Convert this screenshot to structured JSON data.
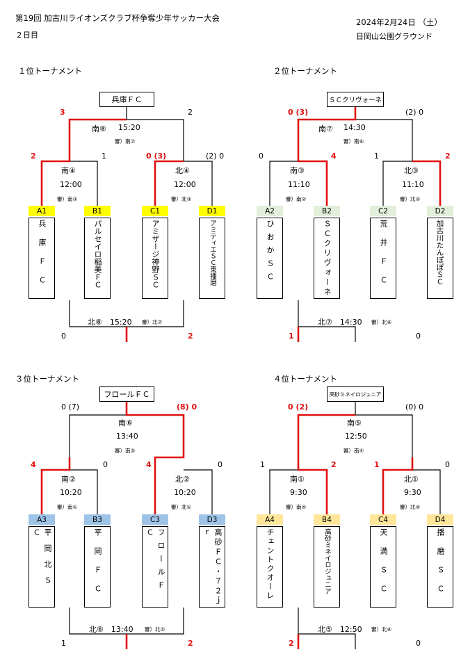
{
  "header": {
    "title": "第19回 加古川ライオンズクラブ杯争奪少年サッカー大会",
    "day": "２日目",
    "date": "2024年2月24日 （土）",
    "venue": "日岡山公園グラウンド"
  },
  "colors": {
    "win": "#e01010",
    "yellow": "#ffff00",
    "green": "#e2efda",
    "blue": "#9dc3e6",
    "orange": "#ffe699"
  },
  "t1": {
    "heading": "１位トーナメント",
    "winner": "兵庫ＦＣ",
    "final": {
      "venue": "南⑧",
      "time": "15:20",
      "ref": "審）南⑦",
      "sl": "3",
      "sr": "2"
    },
    "semi_l": {
      "venue": "南④",
      "time": "12:00",
      "ref": "審）南③",
      "sl": "2",
      "sr": "1"
    },
    "semi_r": {
      "venue": "北④",
      "time": "12:00",
      "ref": "審）北③",
      "sl": "0 (3)",
      "sr": "(2) 0"
    },
    "labels": [
      "A1",
      "B1",
      "C1",
      "D1"
    ],
    "teams": [
      "兵庫ＦＣ",
      "パルセイロ稲美ＦＣ",
      "アミザージ神野ＳＣ",
      "アミティエＳＣ東播磨"
    ],
    "third": {
      "text": "北⑧　15:20",
      "ref": "審）北⑦",
      "sl": "0",
      "sr": "2"
    }
  },
  "t2": {
    "heading": "２位トーナメント",
    "winner": "ＳＣクリヴォーネ",
    "final": {
      "venue": "南⑦",
      "time": "14:30",
      "ref": "審）南⑥",
      "sl": "0 (3)",
      "sr": "(2) 0"
    },
    "semi_l": {
      "venue": "南③",
      "time": "11:10",
      "ref": "審）南②",
      "sl": "0",
      "sr": "4"
    },
    "semi_r": {
      "venue": "北③",
      "time": "11:10",
      "ref": "審）北②",
      "sl": "1",
      "sr": "2"
    },
    "labels": [
      "A2",
      "B2",
      "C2",
      "D2"
    ],
    "teams": [
      "ひおかＳＣ",
      "ＳＣクリヴォーネ",
      "荒井ＦＣ",
      "加古川たんぽぽＳＣ"
    ],
    "third": {
      "text": "北⑦　14:30",
      "ref": "審）北⑥",
      "sl": "1",
      "sr": "0"
    }
  },
  "t3": {
    "heading": "３位トーナメント",
    "winner": "フロールＦＣ",
    "final": {
      "venue": "南⑥",
      "time": "13:40",
      "ref": "審）南⑤",
      "sl": "0 (7)",
      "sr": "(8) 0"
    },
    "semi_l": {
      "venue": "南②",
      "time": "10:20",
      "ref": "審）南①",
      "sl": "4",
      "sr": "0"
    },
    "semi_r": {
      "venue": "北②",
      "time": "10:20",
      "ref": "審）北①",
      "sl": "4",
      "sr": "0"
    },
    "labels": [
      "A3",
      "B3",
      "C3",
      "D3"
    ],
    "teams": [
      "平岡北ＳＣ",
      "平岡ＦＣ",
      "フロールＦＣ",
      "高砂ＦＣ・７２ｊｒ"
    ],
    "third": {
      "text": "北⑥　13:40",
      "ref": "審）北⑤",
      "sl": "1",
      "sr": "2"
    }
  },
  "t4": {
    "heading": "４位トーナメント",
    "winner": "高砂ミネイロジュニア",
    "final": {
      "venue": "南⑤",
      "time": "12:50",
      "ref": "審）南④",
      "sl": "0 (2)",
      "sr": "(0) 0"
    },
    "semi_l": {
      "venue": "南①",
      "time": "9:30",
      "ref": "審）南④",
      "sl": "1",
      "sr": "2"
    },
    "semi_r": {
      "venue": "北①",
      "time": "9:30",
      "ref": "審）北④",
      "sl": "1",
      "sr": "0"
    },
    "labels": [
      "A4",
      "B4",
      "C4",
      "D4"
    ],
    "teams": [
      "チェントクオーレ",
      "高砂ミネイロジュニア",
      "天満ＳＣ",
      "播磨ＳＣ"
    ],
    "third": {
      "text": "北⑤　12:50",
      "ref": "審）北④",
      "sl": "2",
      "sr": "0"
    }
  }
}
